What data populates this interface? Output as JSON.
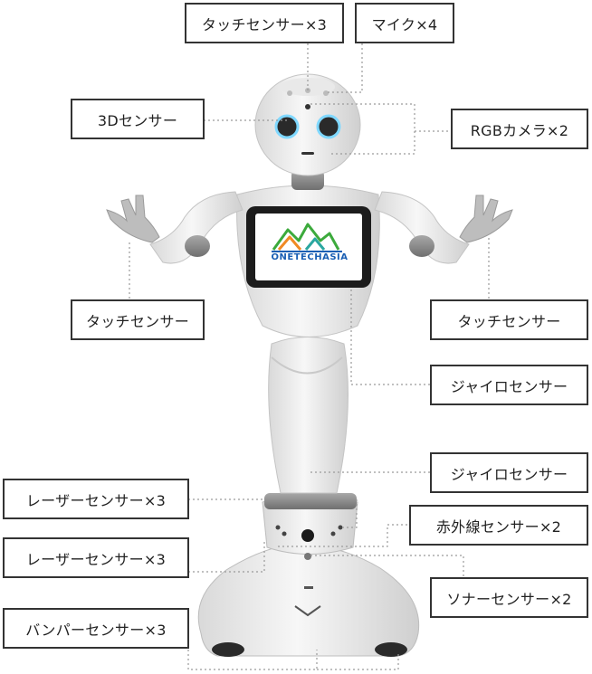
{
  "labels": {
    "touch_head": "タッチセンサー×3",
    "mic": "マイク×4",
    "sensor_3d": "3Dセンサー",
    "rgb_camera": "RGBカメラ×2",
    "touch_left_hand": "タッチセンサー",
    "touch_right_hand": "タッチセンサー",
    "gyro_chest": "ジャイロセンサー",
    "gyro_base": "ジャイロセンサー",
    "laser_1": "レーザーセンサー×3",
    "infrared": "赤外線センサー×2",
    "laser_2": "レーザーセンサー×3",
    "sonar": "ソナーセンサー×2",
    "bumper": "バンパーセンサー×3"
  },
  "logo": {
    "text": "ONETECHASIA",
    "colors": {
      "blue": "#1a5fb4",
      "orange": "#f08a24",
      "green": "#3caa3c",
      "teal": "#2aa7a0"
    }
  },
  "colors": {
    "robot_white": "#f2f2f2",
    "robot_gray": "#8f8f8f",
    "tablet_frame": "#1c1c1c",
    "leader_line": "#9a9a9a",
    "label_border": "#333333",
    "eye": "#7fd8ff"
  }
}
